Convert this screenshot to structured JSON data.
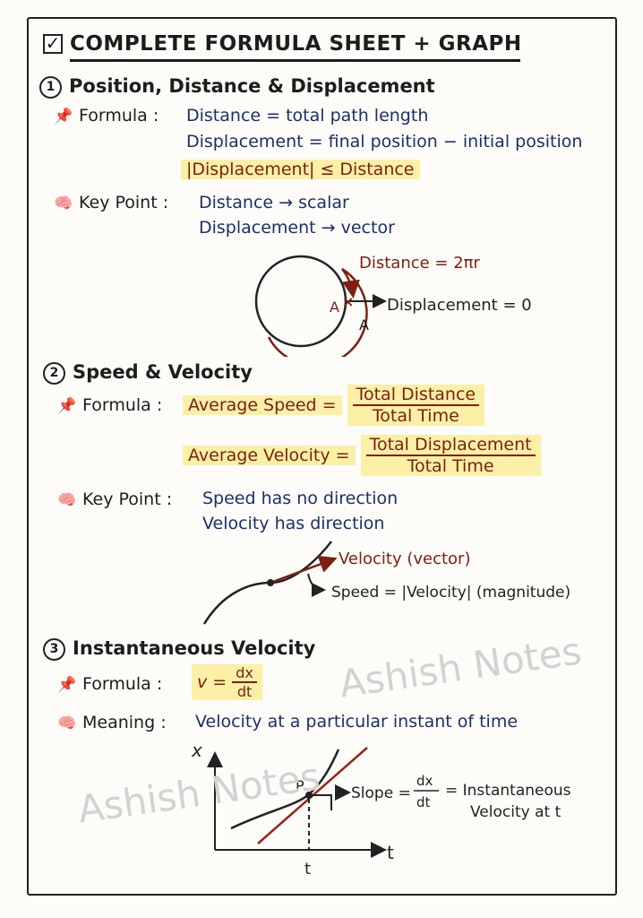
{
  "title": "COMPLETE FORMULA SHEET + GRAPH",
  "watermark": "Ashish Notes",
  "colors": {
    "ink_blue": "#1d2f6a",
    "ink_red": "#7d1f12",
    "highlight": "#fbf0a6"
  },
  "icons": {
    "checkbox": "checkbox-icon",
    "pin": "pushpin-icon",
    "brain": "brain-icon"
  },
  "section1": {
    "num": "1",
    "heading": "Position, Distance & Displacement",
    "formula_label": "Formula :",
    "formula_lines": [
      "Distance = total path length",
      "Displacement = final position − initial position"
    ],
    "highlight_line": "|Displacement| ≤ Distance",
    "key_label": "Key Point :",
    "key_lines": [
      "Distance → scalar",
      "Displacement → vector"
    ],
    "diagram": {
      "distance_label": "Distance = 2πr",
      "displacement_label": "Displacement = 0",
      "point_label": "A"
    }
  },
  "section2": {
    "num": "2",
    "heading": "Speed & Velocity",
    "formula_label": "Formula :",
    "avg_speed": {
      "lhs": "Average Speed =",
      "num": "Total Distance",
      "den": "Total Time"
    },
    "avg_velocity": {
      "lhs": "Average Velocity =",
      "num": "Total Displacement",
      "den": "Total Time"
    },
    "key_label": "Key Point :",
    "key_lines": [
      "Speed has no direction",
      "Velocity has direction"
    ],
    "diagram": {
      "velocity_label": "Velocity (vector)",
      "speed_label": "Speed = |Velocity| (magnitude)"
    }
  },
  "section3": {
    "num": "3",
    "heading": "Instantaneous Velocity",
    "formula_label": "Formula :",
    "formula": {
      "lhs": "v =",
      "num": "dx",
      "den": "dt"
    },
    "meaning_label": "Meaning :",
    "meaning": "Velocity at a particular instant of time",
    "graph": {
      "y_axis": "x",
      "x_axis": "t",
      "point": "P",
      "tick": "t",
      "slope_prefix": "Slope =",
      "slope_num": "dx",
      "slope_den": "dt",
      "slope_result_1": "= Instantaneous",
      "slope_result_2": "Velocity at t"
    }
  }
}
